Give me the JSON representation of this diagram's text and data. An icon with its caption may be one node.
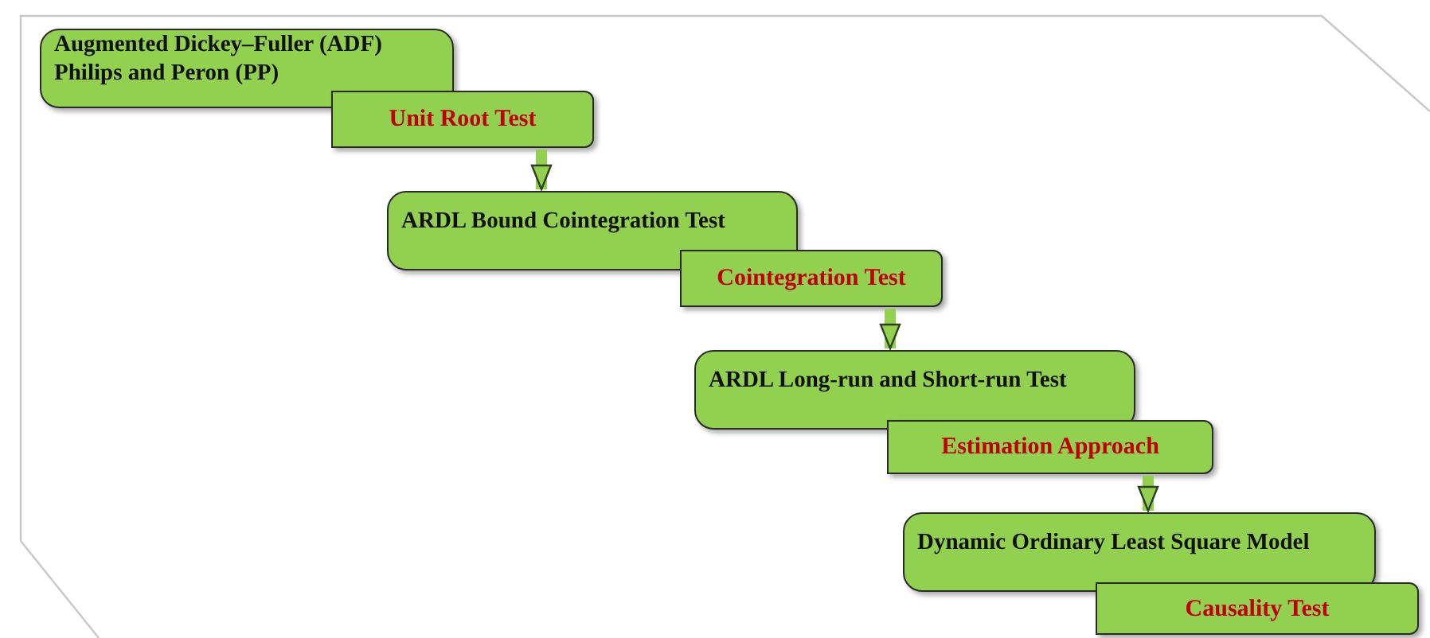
{
  "diagram": {
    "nodes": [
      {
        "text": [
          "Augmented Dickey–Fuller (ADF)",
          "Philips and Peron (PP)"
        ]
      },
      {
        "text": [
          "Unit Root Test"
        ]
      },
      {
        "text": [
          "ARDL Bound Cointegration Test"
        ]
      },
      {
        "text": [
          "Cointegration Test"
        ]
      },
      {
        "text": [
          "ARDL Long-run and Short-run Test"
        ]
      },
      {
        "text": [
          "Estimation Approach"
        ]
      },
      {
        "text": [
          "Dynamic Ordinary Least Square Model"
        ]
      },
      {
        "text": [
          "Causality Test"
        ]
      }
    ],
    "edges": [
      {
        "from": 1,
        "to": 2,
        "arrow": "to"
      },
      {
        "from": 3,
        "to": 4,
        "arrow": "to"
      },
      {
        "from": 5,
        "to": 6,
        "arrow": "to"
      }
    ]
  }
}
